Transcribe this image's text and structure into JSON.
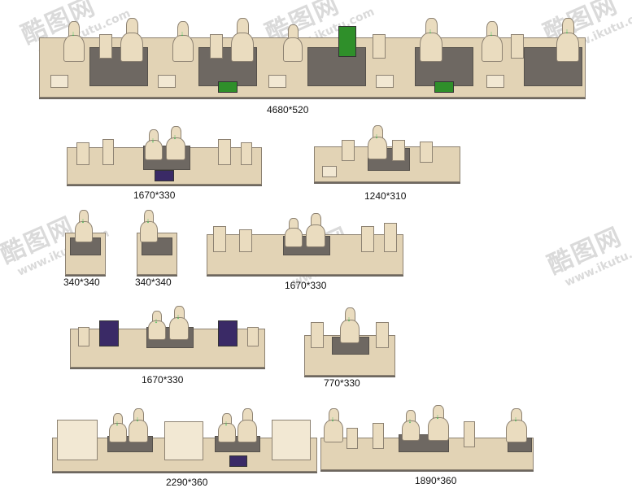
{
  "watermarks": [
    {
      "logo": "酷图网",
      "url": "www.ikutu.com"
    }
  ],
  "panels": [
    {
      "id": "p1",
      "label": "4680*520"
    },
    {
      "id": "p2",
      "label": "1670*330"
    },
    {
      "id": "p3",
      "label": "1240*310"
    },
    {
      "id": "p4",
      "label": "340*340"
    },
    {
      "id": "p5",
      "label": "340*340"
    },
    {
      "id": "p6",
      "label": "1670*330"
    },
    {
      "id": "p7",
      "label": "1670*330"
    },
    {
      "id": "p8",
      "label": "770*330"
    },
    {
      "id": "p9",
      "label": "2290*360"
    },
    {
      "id": "p10",
      "label": "1890*360"
    }
  ],
  "colors": {
    "counter": "#e2d3b5",
    "counter_dark": "#6e6862",
    "outline": "#8d8272",
    "arrow": "#2fb84a",
    "photo_green": "#2f8f2a",
    "photo_purple": "#3a2a66"
  }
}
